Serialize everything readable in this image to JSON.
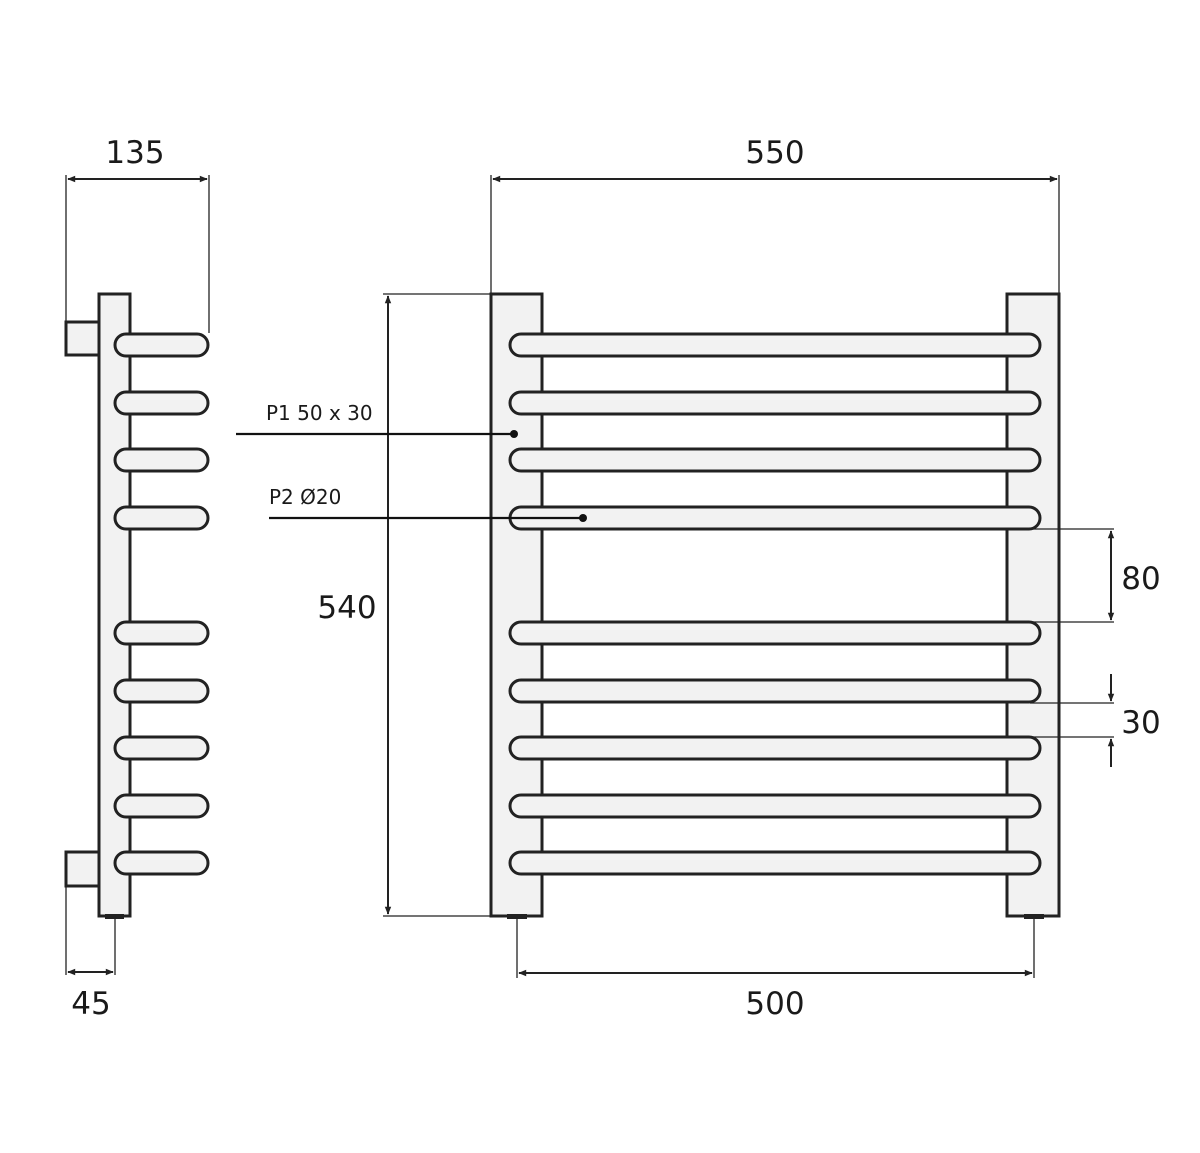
{
  "dimensions": {
    "side_depth": "135",
    "overall_width": "550",
    "height": "540",
    "bar_gap": "80",
    "bar_height": "30",
    "center_distance": "500",
    "wall_offset": "45"
  },
  "labels": {
    "p1": "P1 50 x 30",
    "p2": "P2 Ø20"
  },
  "colors": {
    "line": "#222222",
    "fill": "#f2f2f2"
  }
}
